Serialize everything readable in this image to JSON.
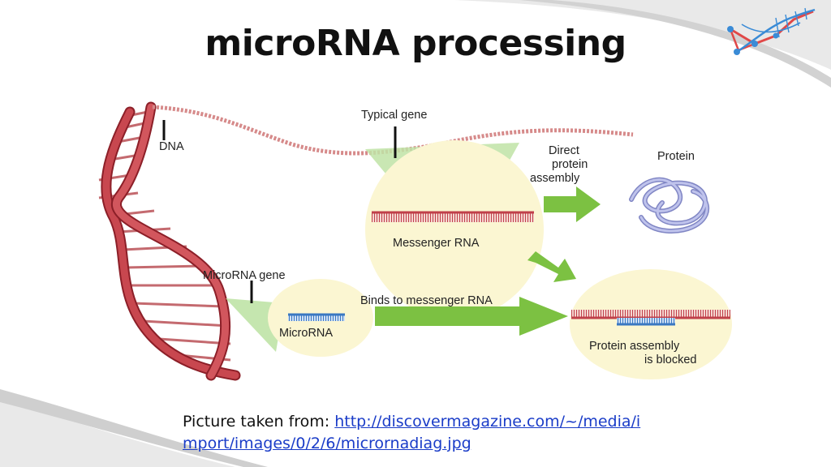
{
  "title": "microRNA processing",
  "diagram": {
    "labels": {
      "dna": "DNA",
      "typical_gene": "Typical gene",
      "direct_line1": "Direct",
      "direct_line2": "protein",
      "direct_line3": "assembly",
      "protein": "Protein",
      "messenger_rna": "Messenger RNA",
      "microrna_gene": "MicroRNA gene",
      "binds": "Binds to messenger RNA",
      "microrna": "MicroRNA",
      "blocked_line1": "Protein assembly",
      "blocked_line2": "is blocked"
    }
  },
  "caption": {
    "prefix": "Picture taken from: ",
    "link_line1": "http://discovermagazine.com/~/media/i",
    "link_line2": "mport/images/0/2/6/micrornadiag.jpg"
  },
  "colors": {
    "dna_red": "#b8323c",
    "mrna_red": "#c0404a",
    "bubble": "#fbf6d2",
    "arrow_green": "#7cc142",
    "microrna_blue": "#3a78c2",
    "protein_lavender": "#aeb3e0",
    "link_blue": "#1a3cc8"
  }
}
